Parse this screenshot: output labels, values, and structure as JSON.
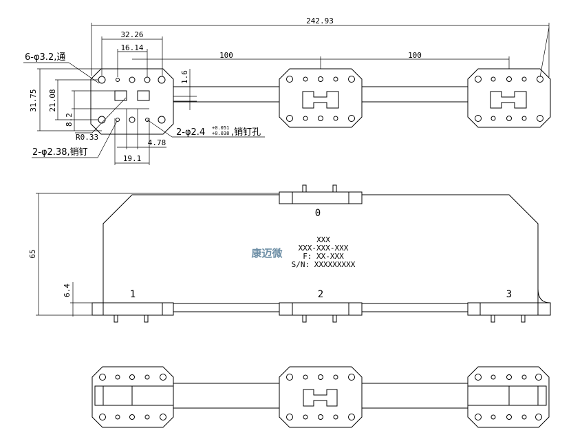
{
  "dimensions": {
    "overall_length": "242.93",
    "flange_width": "32.26",
    "hole_spacing": "16.14",
    "spacing_1": "100",
    "spacing_2": "100",
    "flange_height": "31.75",
    "inner_height": "21.08",
    "slot_height": "8.2",
    "offset": "1.6",
    "radius": "R0.33",
    "slot_width": "4.78",
    "pin_spacing": "19.1",
    "side_height": "65",
    "base_thickness": "6.4"
  },
  "callouts": {
    "through_holes": "6-φ3.2,通",
    "pin_holes_main": "2-φ2.4",
    "pin_holes_tol_upper": "+0.051",
    "pin_holes_tol_lower": "+0.038",
    "pin_holes_suffix": ",销钉孔",
    "pins": "2-φ2.38,销钉"
  },
  "ports": {
    "p0": "0",
    "p1": "1",
    "p2": "2",
    "p3": "3"
  },
  "label": {
    "line1": "XXX",
    "line2": "XXX-XXX-XXX",
    "line3": "F: XX-XXX",
    "line4": "S/N: XXXXXXXXX",
    "logo": "康迈微"
  },
  "colors": {
    "line": "#000000",
    "logo": "#6e8fa6",
    "background": "#ffffff"
  }
}
